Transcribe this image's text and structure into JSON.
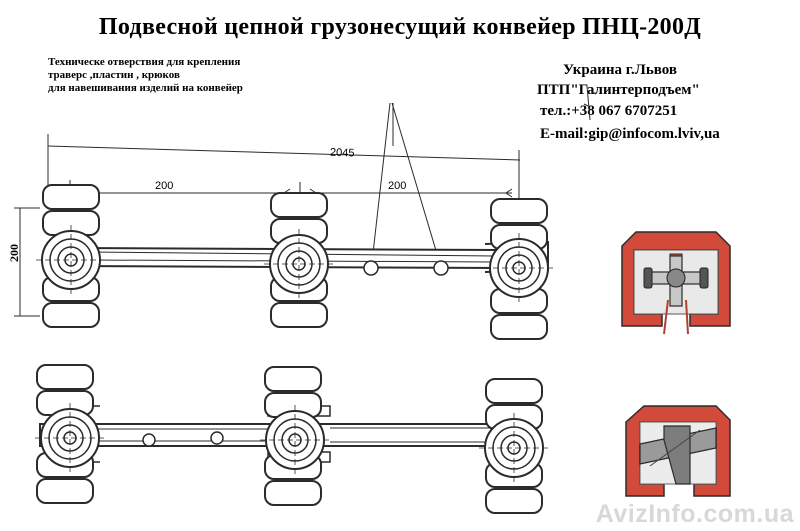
{
  "title": "Подвесной цепной грузонесущий конвейер ПНЦ-200Д",
  "note": {
    "line1": "Техническе отверствия для крепления",
    "line2": "траверс ,пластин , крюков",
    "line3": "для навешивания изделий на конвейер"
  },
  "contact": {
    "country": "Украина  г.Львов",
    "company": "ПТП\"Галинтерподъем\"",
    "phone": "тел.:+38 067 6707251",
    "email": "E-mail:gip@infocom.lviv,ua"
  },
  "dimensions": {
    "total": "2045",
    "pitch_left": "200",
    "pitch_right": "200",
    "height": "200"
  },
  "watermark": "AvizInfo.com.ua",
  "colors": {
    "profile_fill": "#d24b3a",
    "line": "#2b2b2b"
  }
}
